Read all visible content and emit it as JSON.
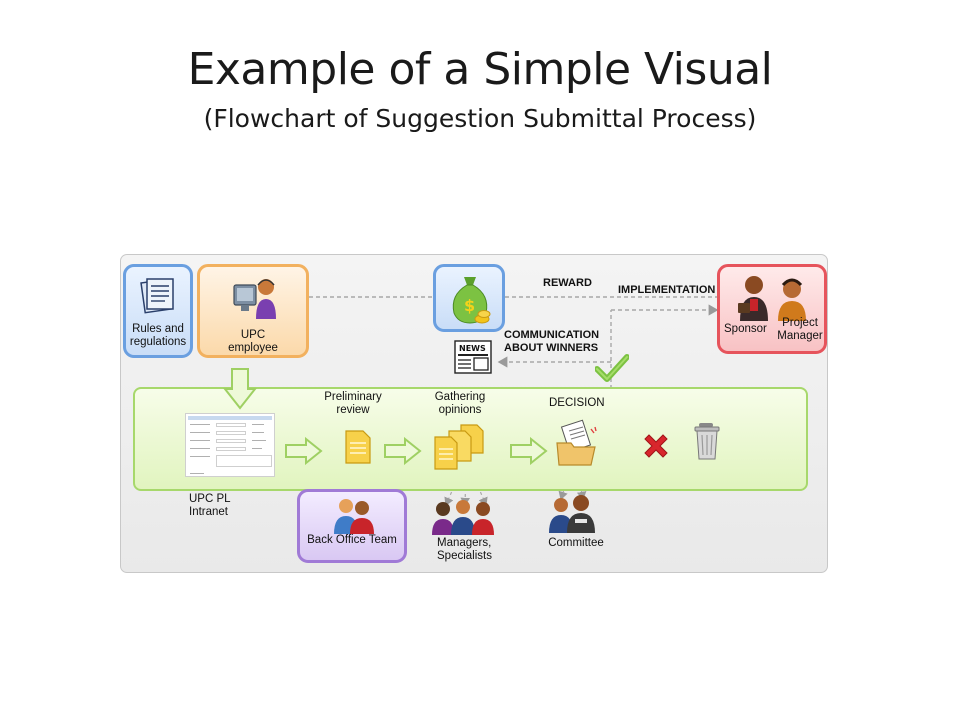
{
  "slide": {
    "title": "Example of a Simple Visual",
    "subtitle": "(Flowchart of Suggestion Submittal Process)"
  },
  "diagram": {
    "rules": "Rules and\nregulations",
    "employee": "UPC\nemployee",
    "reward": "REWARD",
    "implementation": "IMPLEMENTATION",
    "communication": "COMMUNICATION\nABOUT WINNERS",
    "sponsor": "Sponsor",
    "project_manager": "Project\nManager",
    "preliminary_review": "Preliminary\nreview",
    "gathering_opinions": "Gathering\nopinions",
    "decision": "DECISION",
    "intranet": "UPC PL\nIntranet",
    "back_office": "Back Office Team",
    "managers": "Managers,\nSpecialists",
    "committee": "Committee",
    "news_label": "NEWS"
  },
  "colors": {
    "blue_box": "#6a9fe0",
    "orange_box": "#f2b15f",
    "red_box": "#e6545c",
    "purple_box": "#a07ad6",
    "green_band": "#a7d86b"
  }
}
